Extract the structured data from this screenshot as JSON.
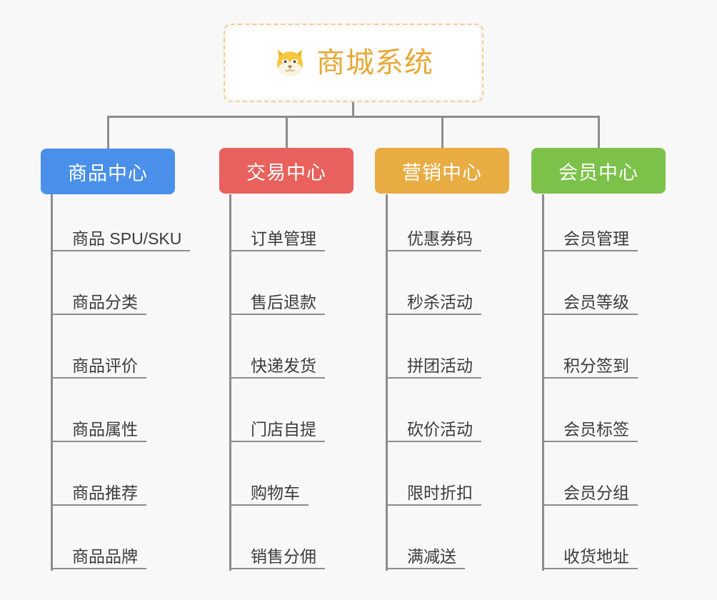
{
  "background_color": "#f8f8f8",
  "root": {
    "title": "商城系统",
    "icon": "shiba-dog-face-icon",
    "title_color": "#e8a838",
    "border_color": "#f0cf8e",
    "card_color": "#ffffff"
  },
  "connector_color": "#8c8c8c",
  "columns": [
    {
      "id": "product-center",
      "header": "商品中心",
      "color": "#4a90ea",
      "items": [
        "商品 SPU/SKU",
        "商品分类",
        "商品评价",
        "商品属性",
        "商品推荐",
        "商品品牌"
      ]
    },
    {
      "id": "trade-center",
      "header": "交易中心",
      "color": "#e8615c",
      "items": [
        "订单管理",
        "售后退款",
        "快递发货",
        "门店自提",
        "购物车",
        "销售分佣"
      ]
    },
    {
      "id": "marketing-center",
      "header": "营销中心",
      "color": "#e8ac43",
      "items": [
        "优惠券码",
        "秒杀活动",
        "拼团活动",
        "砍价活动",
        "限时折扣",
        "满减送"
      ]
    },
    {
      "id": "member-center",
      "header": "会员中心",
      "color": "#7cc24a",
      "items": [
        "会员管理",
        "会员等级",
        "积分签到",
        "会员标签",
        "会员分组",
        "收货地址"
      ]
    }
  ]
}
